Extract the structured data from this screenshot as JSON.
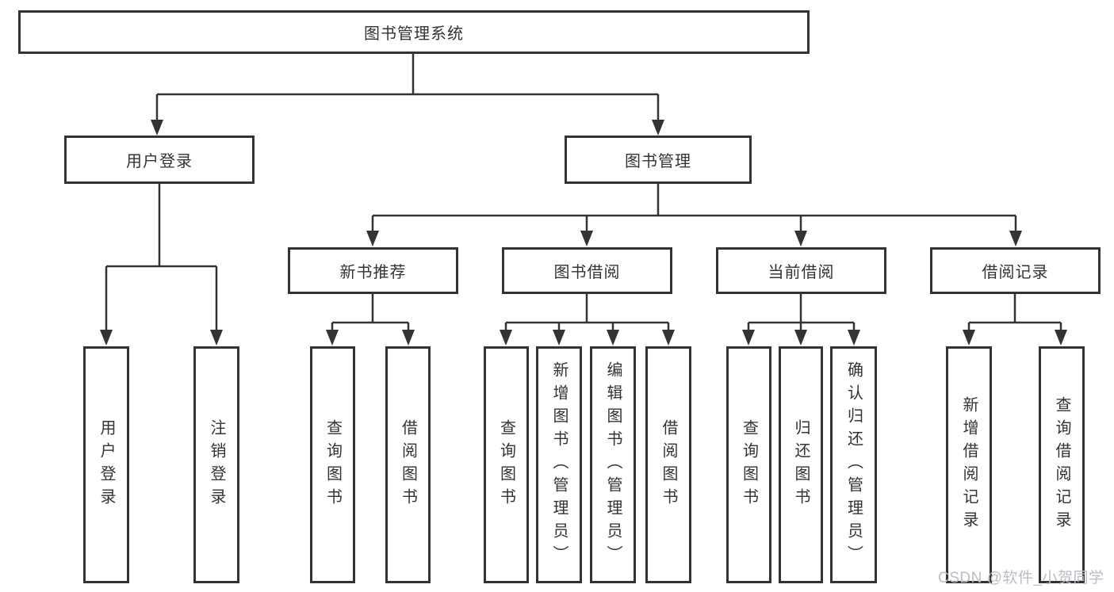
{
  "tree": {
    "root": {
      "label": "图书管理系统"
    },
    "branches": [
      {
        "label": "用户登录",
        "children": [
          {
            "label": "用户登录"
          },
          {
            "label": "注销登录"
          }
        ]
      },
      {
        "label": "图书管理",
        "children": [
          {
            "label": "新书推荐",
            "children": [
              {
                "label": "查询图书"
              },
              {
                "label": "借阅图书"
              }
            ]
          },
          {
            "label": "图书借阅",
            "children": [
              {
                "label": "查询图书"
              },
              {
                "label": "新增图书（管理员）"
              },
              {
                "label": "编辑图书（管理员）"
              },
              {
                "label": "借阅图书"
              }
            ]
          },
          {
            "label": "当前借阅",
            "children": [
              {
                "label": "查询图书"
              },
              {
                "label": "归还图书"
              },
              {
                "label": "确认归还（管理员）"
              }
            ]
          },
          {
            "label": "借阅记录",
            "children": [
              {
                "label": "新增借阅记录"
              },
              {
                "label": "查询借阅记录"
              }
            ]
          }
        ]
      }
    ]
  },
  "colors": {
    "line": "#333333",
    "text": "#333333",
    "watermark": "#b9bdc3"
  },
  "watermark": {
    "text": "CSDN @软件_小贺同学"
  }
}
